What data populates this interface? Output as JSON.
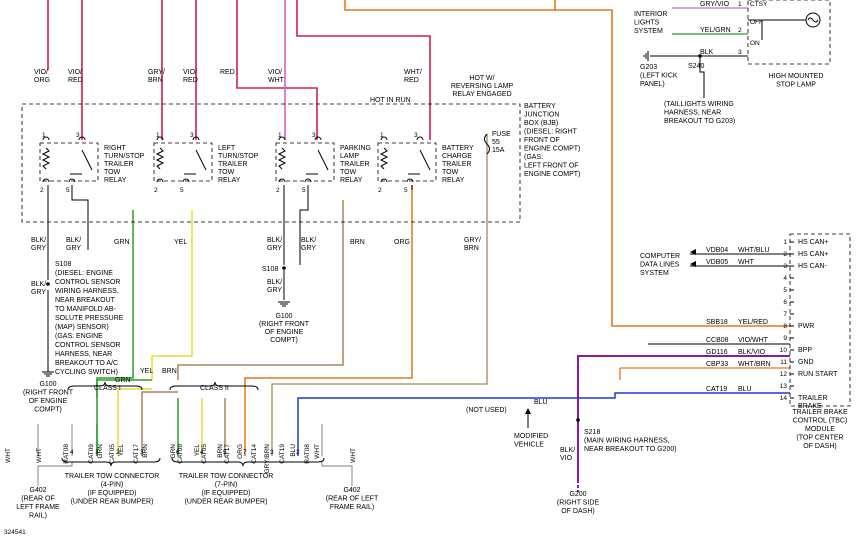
{
  "diagram_id": "324541",
  "relays": {
    "r1": {
      "pin_top_left": "1",
      "pin_top_right": "3",
      "pin_bot_left": "2",
      "pin_bot_right": "5",
      "label": [
        "RIGHT",
        "TURN/STOP",
        "TRAILER",
        "TOW",
        "RELAY"
      ]
    },
    "r2": {
      "pin_top_left": "1",
      "pin_top_right": "3",
      "pin_bot_left": "2",
      "pin_bot_right": "5",
      "label": [
        "LEFT",
        "TURN/STOP",
        "TRAILER",
        "TOW",
        "RELAY"
      ]
    },
    "r3": {
      "pin_top_left": "1",
      "pin_top_right": "3",
      "pin_bot_left": "2",
      "pin_bot_right": "5",
      "label": [
        "PARKING",
        "LAMP",
        "TRAILER",
        "TOW",
        "RELAY"
      ]
    },
    "r4": {
      "pin_top_left": "1",
      "pin_top_right": "3",
      "pin_bot_left": "2",
      "pin_bot_right": "5",
      "label": [
        "BATTERY",
        "CHARGE",
        "TRAILER",
        "TOW",
        "RELAY"
      ]
    }
  },
  "top_wires": {
    "w1": [
      "VIO/",
      "ORG"
    ],
    "w2": [
      "VIO/",
      "RED"
    ],
    "w3": [
      "GRY/",
      "BRN"
    ],
    "w4": [
      "VIO/",
      "RED"
    ],
    "w5": "RED",
    "w6": [
      "VIO/",
      "WHT"
    ],
    "w7": [
      "WHT/",
      "RED"
    ]
  },
  "hot_label": [
    "HOT W/",
    "REVERSING LAMP",
    "RELAY ENGAGED"
  ],
  "hot_in_run": "HOT IN RUN",
  "fuse": [
    "FUSE",
    "55",
    "15A"
  ],
  "bjb_desc": [
    "BATTERY",
    "JUNCTION",
    "BOX (BJB)",
    "(DIESEL: RIGHT",
    "FRONT OF",
    "ENGINE COMPT)",
    "(GAS:",
    "LEFT FRONT OF",
    "ENGINE COMPT)"
  ],
  "wire_colors": {
    "blk_gry": [
      "BLK/",
      "GRY"
    ],
    "grn": "GRN",
    "yel": "YEL",
    "brn": "BRN",
    "org": "ORG",
    "gry_brn": [
      "GRY/",
      "BRN"
    ],
    "blu": "BLU"
  },
  "s108_left": [
    "S108",
    "(DIESEL: ENGINE",
    "CONTROL SENSOR",
    "WIRING HARNESS,",
    "NEAR BREAKOUT",
    "TO MANIFOLD AB-",
    "SOLUTE PRESSURE",
    "(MAP) SENSOR)",
    "(GAS: ENGINE",
    "CONTROL SENSOR",
    "HARNESS, NEAR",
    "BREAKOUT TO A/C",
    "CYCLING SWITCH)"
  ],
  "g100_left": [
    "G100",
    "(RIGHT FRONT",
    "OF ENGINE",
    "COMPT)"
  ],
  "s108_mid": "S108",
  "g100_mid": [
    "G100",
    "(RIGHT FRONT",
    "OF ENGINE",
    "COMPT)"
  ],
  "class1": "CLASS I",
  "class2": "CLASS II",
  "conn4": {
    "wires": [
      "WHT",
      "GRN",
      "YEL",
      "BRN"
    ],
    "circuits": [
      "RAT08",
      "CAT09",
      "CAT05",
      "CAT17"
    ],
    "pins": [
      "4",
      "1",
      "2",
      "3"
    ],
    "label": [
      "TRAILER TOW CONNECTOR",
      "(4-PIN)",
      "(IF EQUIPPED)",
      "(UNDER REAR BUMPER)"
    ]
  },
  "conn7": {
    "wires": [
      "GRN",
      "YEL",
      "BRN",
      "ORG",
      "GRY/BRN",
      "BLU",
      "WHT"
    ],
    "circuits": [
      "CAT09",
      "CAT05",
      "CAT17",
      "CAT14",
      "CAT19",
      "RAT08"
    ],
    "pins": [
      "6",
      "4",
      "5",
      "7",
      "3",
      "2"
    ],
    "label": [
      "TRAILER TOW CONNECTOR",
      "(7-PIN)",
      "(IF EQUIPPED)",
      "(UNDER REAR BUMPER)"
    ]
  },
  "g402_left": [
    "G402",
    "(REAR OF",
    "LEFT FRAME",
    "RAIL)"
  ],
  "g402_right": [
    "G402",
    "(REAR OF LEFT",
    "FRAME RAIL)"
  ],
  "interior": {
    "title": [
      "INTERIOR",
      "LIGHTS",
      "SYSTEM"
    ],
    "wires": [
      {
        "color": "GRY/VIO",
        "pin": "1"
      },
      {
        "color": "YEL/GRN",
        "pin": "2"
      },
      {
        "color": "BLK",
        "pin": "3"
      }
    ],
    "switch": [
      "CTSY",
      "OFF",
      "ON"
    ],
    "lamp_label": [
      "HIGH MOUNTED",
      "STOP LAMP"
    ]
  },
  "g203": [
    "G203",
    "(LEFT KICK",
    "PANEL)"
  ],
  "s240": "S240",
  "s240_note": [
    "(TAILLIGHTS WIRING",
    "HARNESS, NEAR",
    "BREAKOUT TO G203)"
  ],
  "tbc": {
    "pins": [
      {
        "n": "1",
        "label": "HS CAN+"
      },
      {
        "n": "2",
        "label": "HS CAN+"
      },
      {
        "n": "3",
        "label": "HS CAN-"
      },
      {
        "n": "4",
        "label": ""
      },
      {
        "n": "5",
        "label": ""
      },
      {
        "n": "6",
        "label": ""
      },
      {
        "n": "7",
        "label": ""
      },
      {
        "n": "8",
        "label": "PWR"
      },
      {
        "n": "9",
        "label": ""
      },
      {
        "n": "10",
        "label": "BPP"
      },
      {
        "n": "11",
        "label": "GND"
      },
      {
        "n": "12",
        "label": "RUN START"
      },
      {
        "n": "13",
        "label": ""
      },
      {
        "n": "14",
        "label": [
          "TRAILER",
          "BRAKE"
        ]
      }
    ],
    "circuits": [
      {
        "id": "VDB04",
        "color": "WHT/BLU"
      },
      {
        "id": "VDB05",
        "color": "WHT"
      },
      {
        "id": "SBB18",
        "color": "YEL/RED"
      },
      {
        "id": "CCB08",
        "color": "VIO/WHT"
      },
      {
        "id": "GD116",
        "color": "BLK/VIO"
      },
      {
        "id": "CBP33",
        "color": "WHT/BRN"
      },
      {
        "id": "CAT19",
        "color": "BLU"
      }
    ],
    "label": [
      "TRAILER BRAKE",
      "CONTROL (TBC)",
      "MODULE",
      "(TOP CENTER",
      "OF DASH)"
    ]
  },
  "computer": [
    "COMPUTER",
    "DATA LINES",
    "SYSTEM"
  ],
  "not_used": "(NOT USED)",
  "modified": [
    "MODIFIED",
    "VEHICLE"
  ],
  "s218": [
    "S218",
    "(MAIN WIRING HARNESS,",
    "NEAR BREAKOUT TO G200)"
  ],
  "blk_vio": [
    "BLK/",
    "VIO"
  ],
  "g200": [
    "G200",
    "(RIGHT SIDE",
    "OF DASH)"
  ]
}
